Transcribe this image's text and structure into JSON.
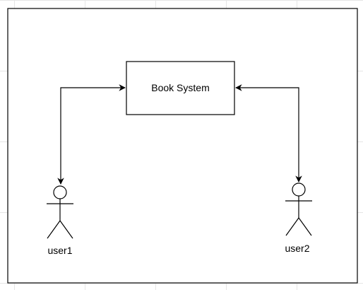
{
  "diagram": {
    "system": {
      "label": "Book System"
    },
    "actors": [
      {
        "id": "user1",
        "label": "user1"
      },
      {
        "id": "user2",
        "label": "user2"
      }
    ],
    "edges": [
      {
        "from": "user1",
        "to": "system",
        "arrows": "both"
      },
      {
        "from": "user2",
        "to": "system",
        "arrows": "both"
      }
    ]
  }
}
